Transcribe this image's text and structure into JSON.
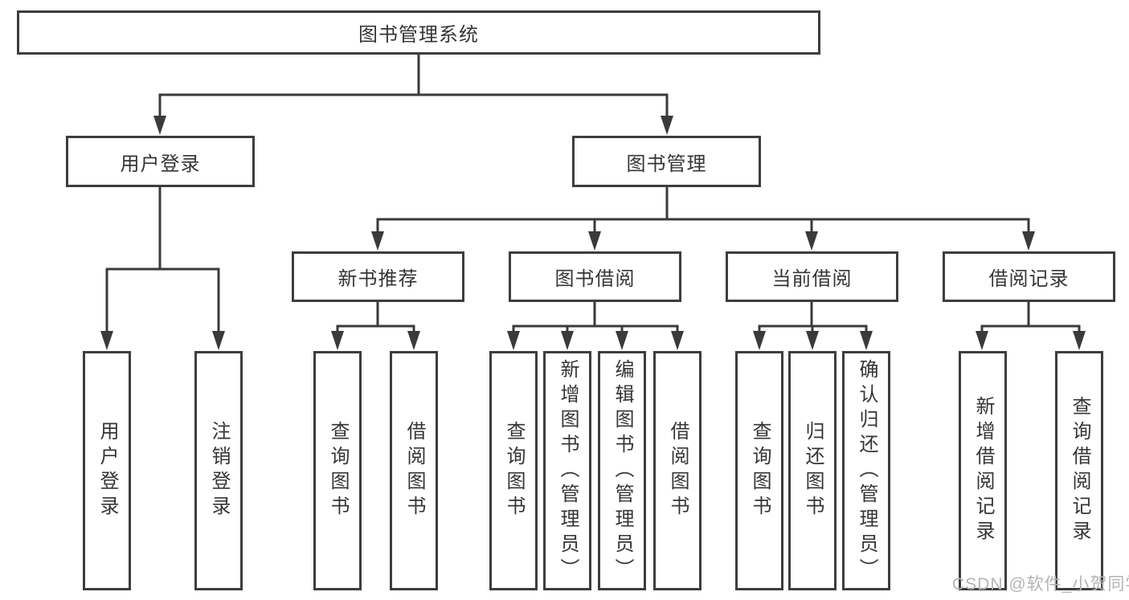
{
  "diagram": {
    "root": {
      "label": "图书管理系统"
    },
    "level2": [
      {
        "label": "用户登录"
      },
      {
        "label": "图书管理"
      }
    ],
    "level3": [
      {
        "label": "新书推荐"
      },
      {
        "label": "图书借阅"
      },
      {
        "label": "当前借阅"
      },
      {
        "label": "借阅记录"
      }
    ],
    "leaves": {
      "user_login": [
        "用户登录",
        "注销登录"
      ],
      "new_books": [
        "查询图书",
        "借阅图书"
      ],
      "book_borrow": [
        "查询图书",
        "新增图书（管理员）",
        "编辑图书（管理员）",
        "借阅图书"
      ],
      "current_borrow": [
        "查询图书",
        "归还图书",
        "确认归还（管理员）"
      ],
      "borrow_records": [
        "新增借阅记录",
        "查询借阅记录"
      ]
    },
    "colors": {
      "line": "#3a3a3a",
      "border": "#3d3d3d",
      "text": "#353535",
      "watermark": "#b4b4b4"
    },
    "watermark": "CSDN @软件_小贺同学"
  }
}
